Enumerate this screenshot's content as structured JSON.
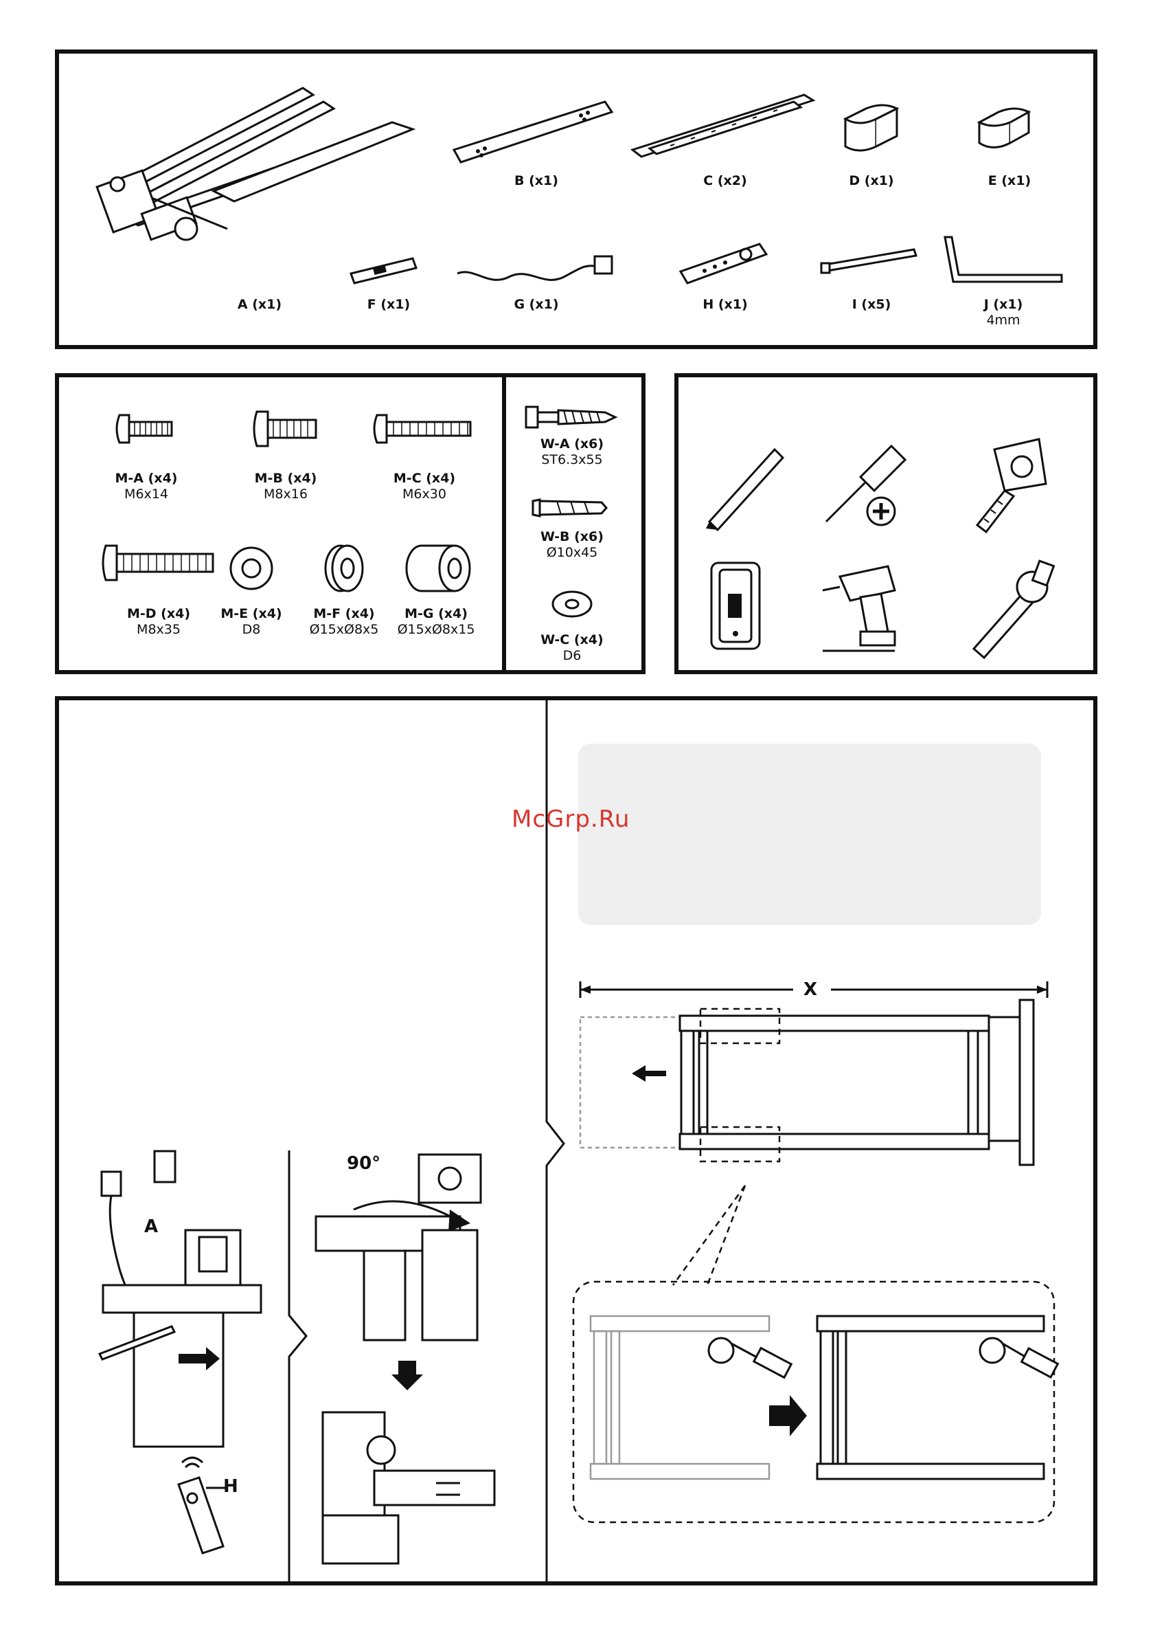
{
  "parts_top": [
    {
      "name": "A (x1)",
      "spec": ""
    },
    {
      "name": "B (x1)",
      "spec": ""
    },
    {
      "name": "C (x2)",
      "spec": ""
    },
    {
      "name": "D (x1)",
      "spec": ""
    },
    {
      "name": "E (x1)",
      "spec": ""
    },
    {
      "name": "F (x1)",
      "spec": ""
    },
    {
      "name": "G (x1)",
      "spec": ""
    },
    {
      "name": "H (x1)",
      "spec": ""
    },
    {
      "name": "I (x5)",
      "spec": ""
    },
    {
      "name": "J (x1)",
      "spec": "4mm"
    }
  ],
  "hardware_m": [
    {
      "name": "M-A (x4)",
      "spec": "M6x14"
    },
    {
      "name": "M-B (x4)",
      "spec": "M8x16"
    },
    {
      "name": "M-C (x4)",
      "spec": "M6x30"
    },
    {
      "name": "M-D (x4)",
      "spec": "M8x35"
    },
    {
      "name": "M-E (x4)",
      "spec": "D8"
    },
    {
      "name": "M-F (x4)",
      "spec": "Ø15xØ8x5"
    },
    {
      "name": "M-G (x4)",
      "spec": "Ø15xØ8x15"
    }
  ],
  "hardware_w": [
    {
      "name": "W-A (x6)",
      "spec": "ST6.3x55"
    },
    {
      "name": "W-B (x6)",
      "spec": "Ø10x45"
    },
    {
      "name": "W-C (x4)",
      "spec": "D6"
    }
  ],
  "tools": [
    "pencil-icon",
    "phillips-screwdriver-icon",
    "tape-measure-icon",
    "stud-finder-icon",
    "power-drill-icon",
    "socket-wrench-icon"
  ],
  "step": {
    "watermark": "McGrp.Ru",
    "dimension_label": "X",
    "rotation_label": "90°",
    "callout_a": "A",
    "callout_h": "H"
  }
}
